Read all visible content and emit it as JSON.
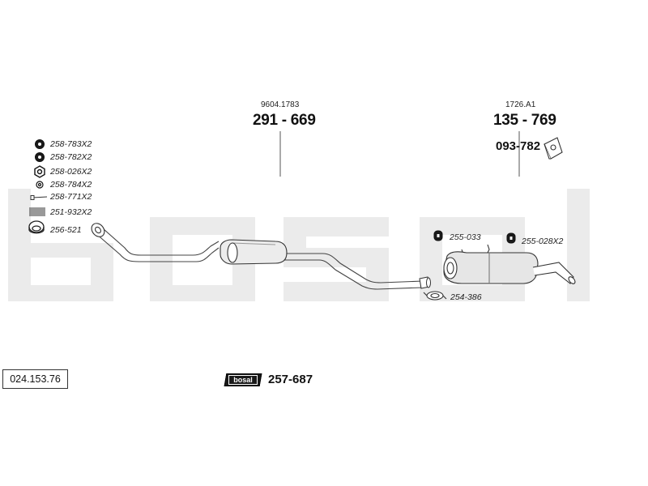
{
  "watermark": "bosal",
  "catalog_code": "024.153.76",
  "mounting_kit": {
    "part_number": "257-687",
    "brand_badge": "bosal"
  },
  "front_section": {
    "oe_reference": "9604.1783",
    "part_number": "291 - 669"
  },
  "rear_section": {
    "oe_reference": "1726.A1",
    "part_number": "135 - 769",
    "bracket_part_number": "093-782"
  },
  "fittings": [
    {
      "label": "258-783X2",
      "icon": "rubber-ring-icon"
    },
    {
      "label": "258-782X2",
      "icon": "rubber-ring-icon"
    },
    {
      "label": "258-026X2",
      "icon": "hex-nut-icon"
    },
    {
      "label": "258-784X2",
      "icon": "washer-icon"
    },
    {
      "label": "258-771X2",
      "icon": "bolt-icon"
    },
    {
      "label": "251-932X2",
      "icon": "spring-icon"
    },
    {
      "label": "256-521",
      "icon": "gasket-ring-icon"
    }
  ],
  "rear_fittings": {
    "hanger_left": "255-033",
    "hanger_right": "255-028X2",
    "clamp": "254-386"
  }
}
